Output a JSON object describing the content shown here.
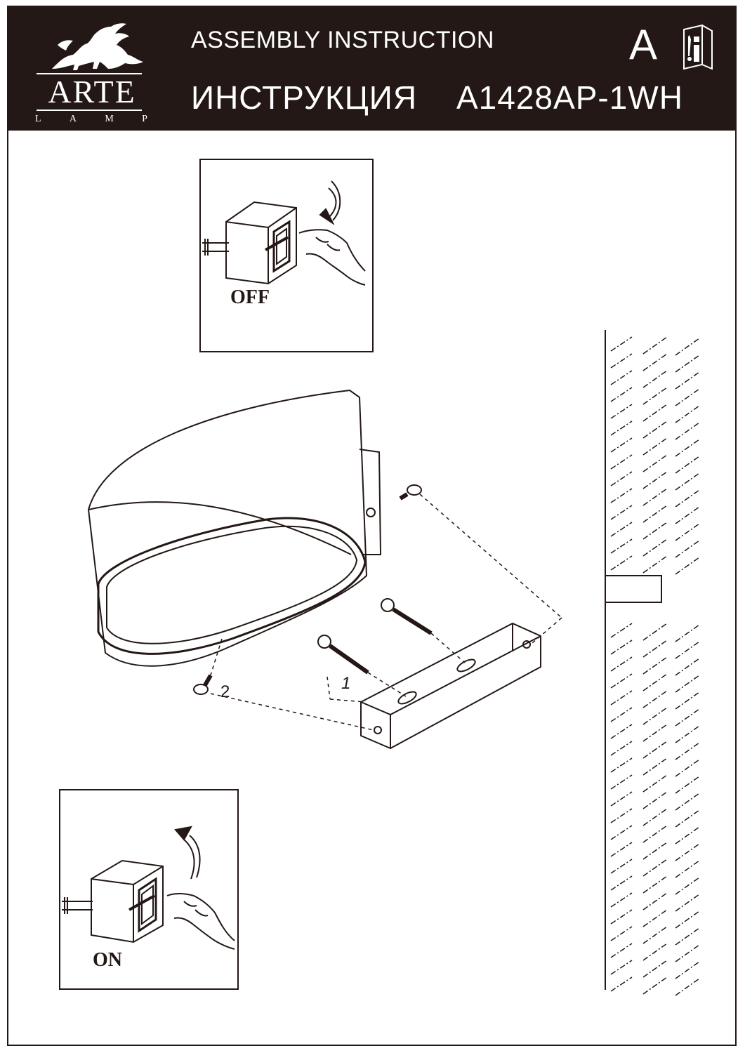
{
  "header": {
    "logo_word": "ARTE",
    "logo_sub": [
      "L",
      "A",
      "M",
      "P"
    ],
    "title_en": "ASSEMBLY  INSTRUCTION",
    "title_ru": "ИНСТРУКЦИЯ",
    "model": "A1428AP-1WH",
    "language_letter": "A",
    "manual_icon": "manual-info-icon"
  },
  "panels": {
    "off_label": "OFF",
    "on_label": "ON"
  },
  "steps": {
    "step1": "1",
    "step2": "2"
  },
  "colors": {
    "header_bg": "#231815",
    "ink": "#231815"
  }
}
